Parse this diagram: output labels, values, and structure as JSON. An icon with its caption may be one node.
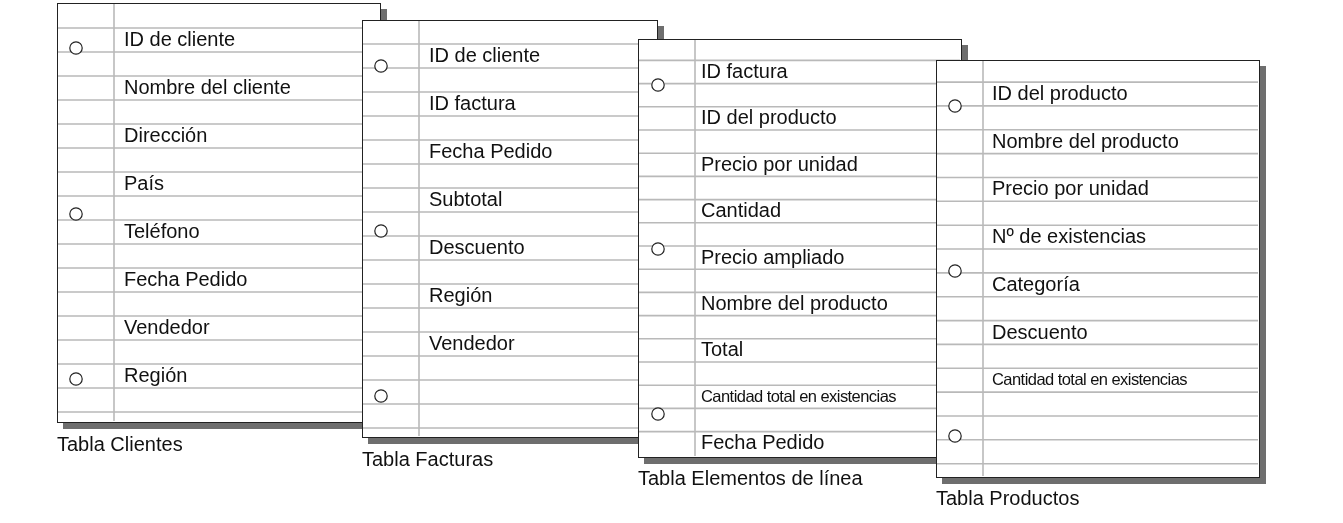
{
  "diagram": {
    "nodes": [
      {
        "text": [
          "ID de cliente",
          "Nombre del cliente",
          "Dirección",
          "País",
          "Teléfono",
          "Fecha Pedido",
          "Vendedor",
          "Región"
        ],
        "beside": [
          "Tabla Clientes"
        ]
      },
      {
        "text": [
          "ID de cliente",
          "ID factura",
          "Fecha Pedido",
          "Subtotal",
          "Descuento",
          "Región",
          "Vendedor"
        ],
        "beside": [
          "Tabla Facturas"
        ]
      },
      {
        "text": [
          "ID factura",
          "ID del producto",
          "Precio por unidad",
          "Cantidad",
          "Precio ampliado",
          "Nombre del producto",
          "Total",
          "Cantidad total en existencias",
          "Fecha Pedido"
        ],
        "beside": [
          "Tabla Elementos de línea"
        ]
      },
      {
        "text": [
          "ID del producto",
          "Nombre del producto",
          "Precio por unidad",
          "Nº de existencias",
          "Categoría",
          "Descuento",
          "Cantidad total en existencias"
        ],
        "beside": [
          "Tabla Productos"
        ]
      }
    ],
    "edges": []
  }
}
